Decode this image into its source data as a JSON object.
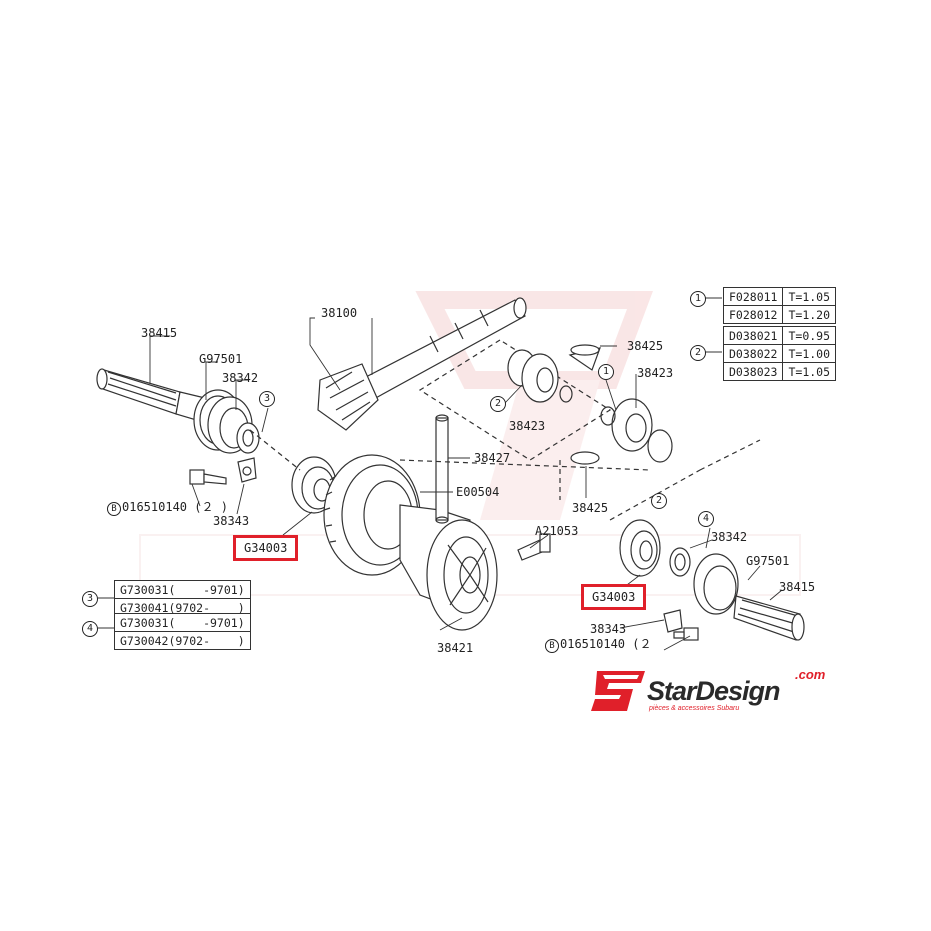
{
  "parts": {
    "p38100": "38100",
    "p38415_left": "38415",
    "p97501_left": "G97501",
    "p38342_left": "38342",
    "p38343_left": "38343",
    "bolt_left": "016510140 (２ )",
    "p38425_top": "38425",
    "p38423_right": "38423",
    "p38423_left": "38423",
    "p38427": "38427",
    "pE00504": "E00504",
    "p38425_bottom": "38425",
    "pA21053": "A21053",
    "p38342_right": "38342",
    "p97501_right": "G97501",
    "p38415_right": "38415",
    "p38343_right": "38343",
    "bolt_right": "016510140 (２",
    "p38421": "38421"
  },
  "highlighted_parts": {
    "left": "G34003",
    "right": "G34003"
  },
  "bullet_letter": "B",
  "callouts": {
    "one": "1",
    "two": "2",
    "three": "3",
    "four": "4"
  },
  "spec_table_1": {
    "ref": "1",
    "rows": [
      {
        "part": "F028011",
        "thk": "T=1.05"
      },
      {
        "part": "F028012",
        "thk": "T=1.20"
      }
    ]
  },
  "spec_table_2": {
    "ref": "2",
    "rows": [
      {
        "part": "D038021",
        "thk": "T=0.95"
      },
      {
        "part": "D038022",
        "thk": "T=1.00"
      },
      {
        "part": "D038023",
        "thk": "T=1.05"
      }
    ]
  },
  "spec_table_3": {
    "ref": "3",
    "rows": [
      {
        "part": "G730031(    -9701)"
      },
      {
        "part": "G730041(9702-    )"
      }
    ]
  },
  "spec_table_4": {
    "ref": "4",
    "rows": [
      {
        "part": "G730031(    -9701)"
      },
      {
        "part": "G730042(9702-    )"
      }
    ]
  },
  "logo": {
    "wordmark": "StarDesign",
    "domain": ".com",
    "tagline": "pièces & accessoires Subaru"
  },
  "colors": {
    "highlight": "#e0202a",
    "line": "#333333",
    "watermark": "#f4dcdc"
  }
}
